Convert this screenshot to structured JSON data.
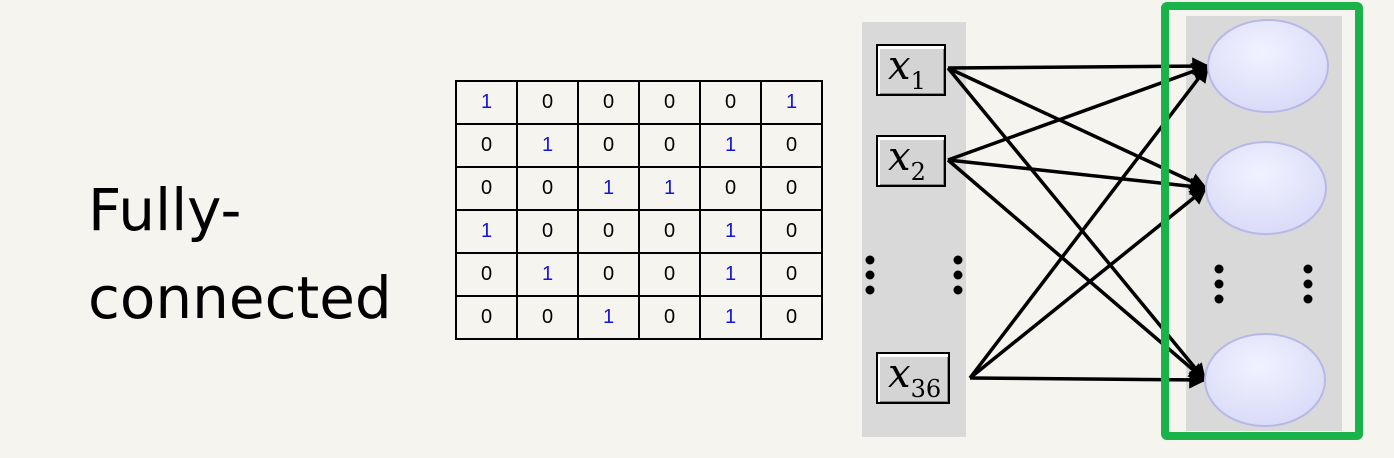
{
  "title": {
    "line1": "Fully-",
    "line2": "connected"
  },
  "matrix": {
    "rows": [
      [
        "1",
        "0",
        "0",
        "0",
        "0",
        "1"
      ],
      [
        "0",
        "1",
        "0",
        "0",
        "1",
        "0"
      ],
      [
        "0",
        "0",
        "1",
        "1",
        "0",
        "0"
      ],
      [
        "1",
        "0",
        "0",
        "0",
        "1",
        "0"
      ],
      [
        "0",
        "1",
        "0",
        "0",
        "1",
        "0"
      ],
      [
        "0",
        "0",
        "1",
        "0",
        "1",
        "0"
      ]
    ],
    "one_color": "#1515d6",
    "zero_color": "#000000"
  },
  "inputs": [
    {
      "symbol": "x",
      "subscript": "1"
    },
    {
      "symbol": "x",
      "subscript": "2"
    },
    {
      "symbol": "x",
      "subscript": "36"
    }
  ],
  "ellipsis": "⋮",
  "output_neuron_count_shown": 3,
  "colors": {
    "background": "#f5f4ef",
    "panel": "#d9d9d9",
    "neuron_fill": "#e2e3fb",
    "neuron_stroke": "#b7b8e8",
    "highlight_frame": "#19b34a",
    "connection": "#000000"
  }
}
